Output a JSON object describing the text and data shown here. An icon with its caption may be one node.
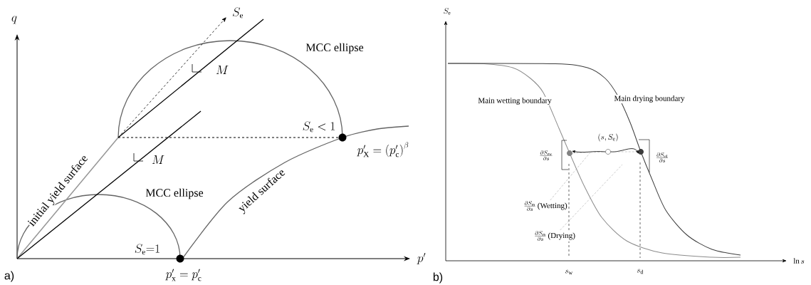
{
  "diagram": {
    "nodes": [
      {
        "text": [],
        "shape": "circle",
        "beside": [
          "(s, S_{\\mathrm{e}})"
        ]
      },
      {
        "text": [],
        "shape": "circle"
      },
      {
        "text": [],
        "shape": "circle"
      },
      {
        "text": [
          "\\frac{\\partial S_{\\mathrm{es}}}{\\partial s}",
          "(Wetting)"
        ]
      },
      {
        "text": [
          "\\frac{\\partial S_{\\mathrm{es}}}{\\partial s}",
          "(Drying)"
        ]
      }
    ],
    "edges": [
      {
        "from": 0,
        "to": 1,
        "arrow": "to",
        "color": "#000000"
      },
      {
        "from": 0,
        "to": 2,
        "arrow": "to",
        "color": "#000000"
      },
      {
        "from": 3,
        "to": null,
        "arrow": "none",
        "style": "dashed",
        "color": "#999999"
      },
      {
        "from": 4,
        "to": null,
        "arrow": "none",
        "style": "dashed",
        "color": "#999999"
      },
      {
        "from": 1,
        "to": 0,
        "arrow": "none",
        "style": "dashed",
        "color": "#999999"
      },
      {
        "from": 0,
        "to": 2,
        "arrow": "none",
        "style": "dashed",
        "color": "#999999"
      }
    ],
    "labels": [
      "q",
      "S_{\\mathrm{e}}",
      "MCC ellipse",
      "M",
      "S_{\\mathrm{e}} < 1",
      "initial yield surface",
      "p^{\\prime}_{\\mathrm{X}} = \\left(p^{\\prime}_{\\mathrm{c}}\\right)^{\\beta}",
      "M",
      "MCC ellipse",
      "yield surface",
      "S_{\\mathrm{e}}{=}1",
      "p^{\\prime}",
      "a)",
      "p^{\\prime}_{\\mathrm{x}} = p^{\\prime}_{\\mathrm{c}}",
      "S_{\\mathrm{e}}",
      "Main wetting boundary",
      "Main drying boundary",
      "\\frac{\\partial S_{\\mathrm{ew}}}{\\partial s}",
      "\\frac{\\partial S_{\\mathrm{ed}}}{\\partial s}",
      "\\ln s",
      "s_{\\mathrm{w}}",
      "s_{\\mathrm{d}}",
      "b)"
    ]
  }
}
